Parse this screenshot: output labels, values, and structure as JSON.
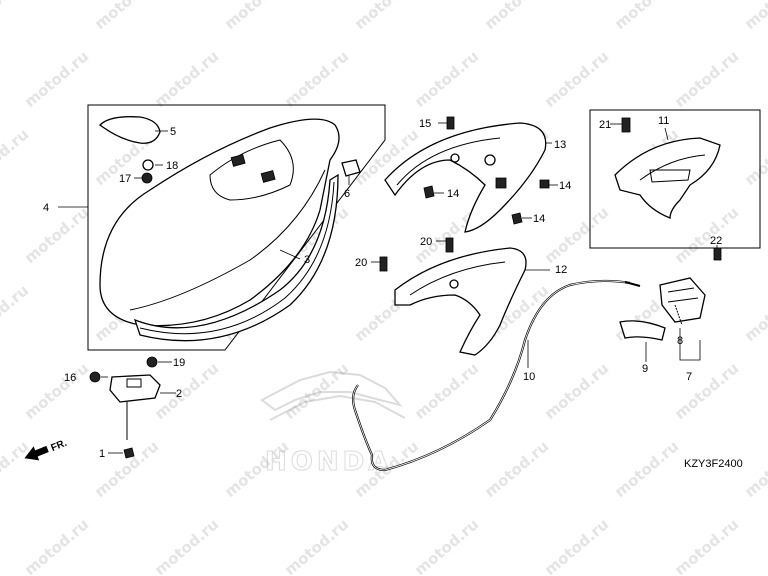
{
  "watermark": "motod.ru",
  "brand_watermark": "HONDA",
  "diagram_code": "KZY3F2400",
  "direction_label": "FR.",
  "callouts": [
    "1",
    "2",
    "3",
    "4",
    "5",
    "6",
    "7",
    "8",
    "9",
    "10",
    "11",
    "12",
    "13",
    "14",
    "14",
    "14",
    "15",
    "16",
    "17",
    "18",
    "19",
    "20",
    "20",
    "21",
    "22"
  ],
  "colors": {
    "line": "#000000",
    "watermark": "#cfcfcf",
    "background": "#ffffff"
  }
}
